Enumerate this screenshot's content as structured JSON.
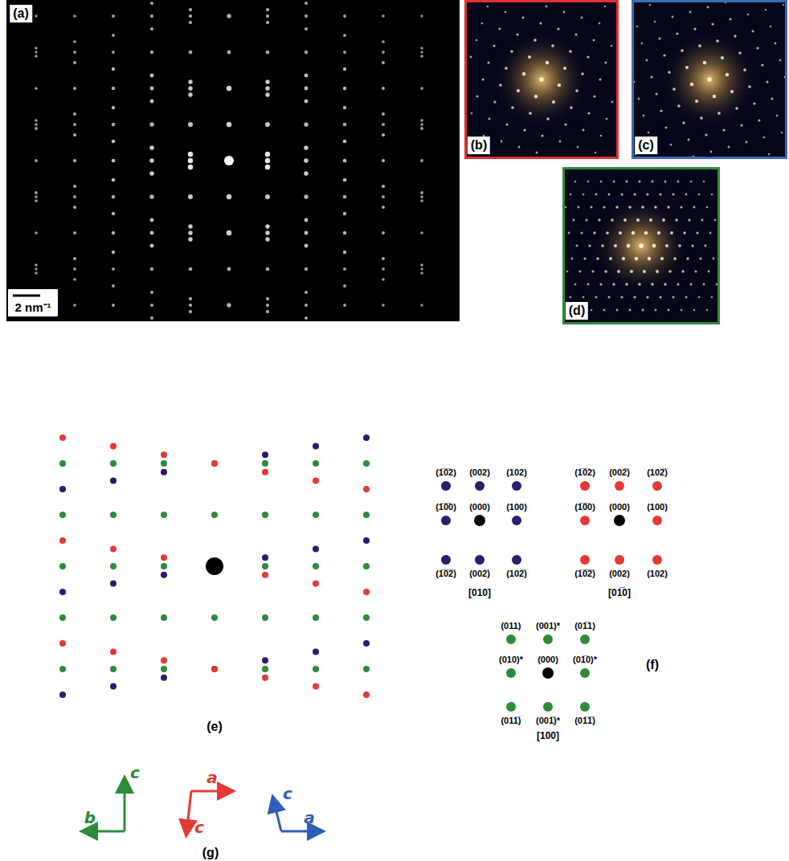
{
  "diagram": {
    "labels": [
      "(a)",
      "2 nm⁻¹",
      "(b)",
      "(c)",
      "(d)",
      "(e)",
      "(1̅0̅2)",
      "(002)",
      "(102)",
      "(1̅0̅0)",
      "(000)",
      "(100)",
      "(1̅0̅2̅)",
      "(002̅)",
      "(102̅)",
      "[010]",
      "(1̅0̅2)",
      "(002̅)",
      "(102̅)",
      "(1̅0̅0)",
      "(000)",
      "(100)",
      "(1̅0̅2̅)",
      "(002)",
      "(102)",
      "[01̅0]",
      "(011)",
      "(001)*",
      "(01̅1)",
      "(010)*",
      "(000)",
      "(01̅0)*",
      "(011̅)",
      "(001̅)*",
      "(01̅1̅)",
      "[100]",
      "(f)",
      "c",
      "b",
      "c",
      "a",
      "c",
      "a",
      "(g)"
    ]
  }
}
